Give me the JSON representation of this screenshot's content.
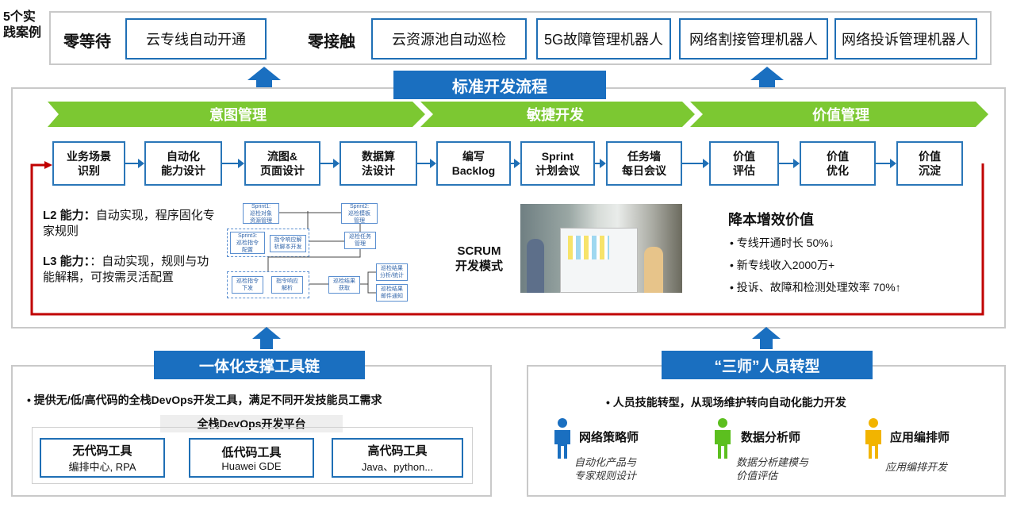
{
  "cases": {
    "label": "5个实践案例",
    "zero_wait": "零等待",
    "zero_touch": "零接触",
    "items": [
      "云专线自动开通",
      "云资源池自动巡检",
      "5G故障管理机器人",
      "网络割接管理机器人",
      "网络投诉管理机器人"
    ]
  },
  "process": {
    "title": "标准开发流程",
    "phases": [
      "意图管理",
      "敏捷开发",
      "价值管理"
    ],
    "steps": [
      [
        "业务场景",
        "识别"
      ],
      [
        "自动化",
        "能力设计"
      ],
      [
        "流图&",
        "页面设计"
      ],
      [
        "数据算",
        "法设计"
      ],
      [
        "编写",
        "Backlog"
      ],
      [
        "Sprint",
        "计划会议"
      ],
      [
        "任务墙",
        "每日会议"
      ],
      [
        "价值",
        "评估"
      ],
      [
        "价值",
        "优化"
      ],
      [
        "价值",
        "沉淀"
      ]
    ],
    "l2_label": "L2 能力：",
    "l2_text": "自动实现，程序固化专家规则",
    "l3_label": "L3 能力：",
    "l3_text": "：自动实现，规则与功能解耦，可按需灵活配置",
    "diagram_nodes": [
      "Sprint1:",
      "巡检对象",
      "资源管理",
      "Sprint2:",
      "巡检模板",
      "管理",
      "Sprint3:",
      "巡检指令",
      "配置",
      "指令响应解",
      "析脚本开发",
      "巡检任务",
      "管理",
      "巡检指令",
      "下发",
      "指令响应",
      "解析",
      "巡检结果",
      "获取",
      "巡检结果",
      "分析/统计",
      "巡检结果",
      "邮件通知"
    ],
    "scrum": "SCRUM\n开发模式",
    "value_title": "降本增效价值",
    "value_items": [
      "专线开通时长 50%",
      "新专线收入2000万+",
      "投诉、故障和检测处理效率 70%"
    ],
    "value_down": "↓",
    "value_up": "↑"
  },
  "toolchain": {
    "title": "一体化支撑工具链",
    "desc": "提供无/低/高代码的全栈DevOps开发工具，满足不同开发技能员工需求",
    "platform": "全栈DevOps开发平台",
    "tools": [
      {
        "name": "无代码工具",
        "sub": "编排中心, RPA"
      },
      {
        "name": "低代码工具",
        "sub": "Huawei GDE"
      },
      {
        "name": "高代码工具",
        "sub": "Java、python..."
      }
    ]
  },
  "transform": {
    "title": "“三师”人员转型",
    "desc": "人员技能转型，从现场维护转向自动化能力开发",
    "roles": [
      {
        "name": "网络策略师",
        "desc1": "自动化产品与",
        "desc2": "专家规则设计",
        "color": "#1a6fc0"
      },
      {
        "name": "数据分析师",
        "desc1": "数据分析建模与",
        "desc2": "价值评估",
        "color": "#5cbf1f"
      },
      {
        "name": "应用编排师",
        "desc1": "应用编排开发",
        "desc2": "",
        "color": "#f2b400"
      }
    ]
  },
  "colors": {
    "blue": "#1a6fc0",
    "green": "#7cc832",
    "red": "#c00000"
  }
}
